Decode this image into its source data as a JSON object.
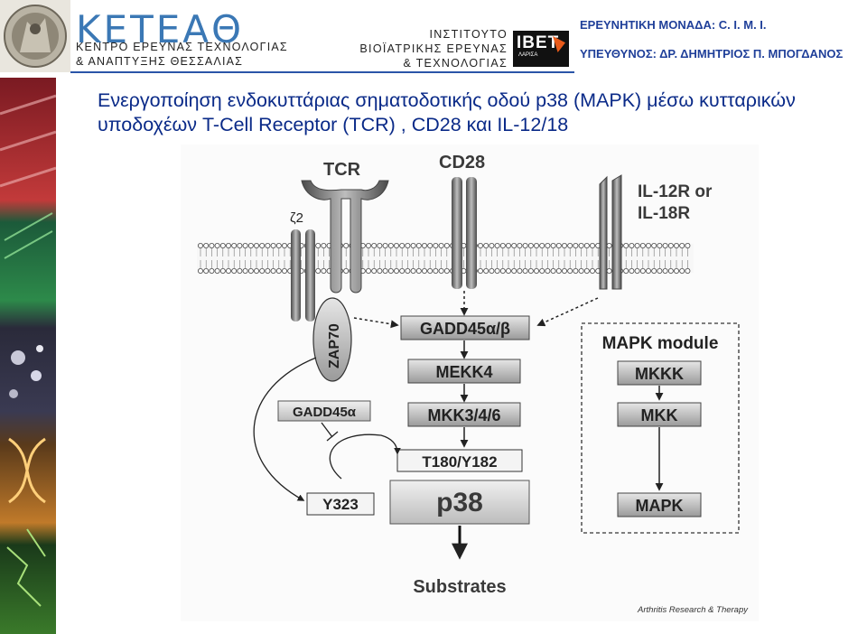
{
  "header": {
    "org_name": "ΚΕΤΕΑΘ",
    "org_line1": "ΚΕΝΤΡΟ ΕΡΕΥΝΑΣ ΤΕΧΝΟΛΟΓΙΑΣ",
    "org_line2": "& ΑΝΑΠΤΥΞΗΣ ΘΕΣΣΑΛΙΑΣ",
    "inst_line1": "ΙΝΣΤΙΤΟΥΤΟ",
    "inst_line2": "ΒΙΟΪΑΤΡΙΚΗΣ ΕΡΕΥΝΑΣ",
    "inst_line3": "& ΤΕΧΝΟΛΟΓΙΑΣ",
    "ibet_logo": "IBET",
    "ibet_city": "ΛΑΡΙΣΑ",
    "unit": "ΕΡΕΥΝΗΤΙΚΗ ΜΟΝΑΔΑ: C. I. M. I.",
    "responsible": "ΥΠΕΥΘΥΝΟΣ: ΔΡ. ΔΗΜΗΤΡΙΟΣ Π. ΜΠΟΓΔΑΝΟΣ"
  },
  "title": "Ενεργοποίηση ενδοκυττάριας σηματοδοτικής οδού p38 (MAPK) μέσω κυτταρικών υποδοχέων T-Cell Receptor (TCR) , CD28 και IL-12/18",
  "diagram": {
    "receptor_tcr": "TCR",
    "receptor_cd28": "CD28",
    "receptor_il_line1": "IL-12R or",
    "receptor_il_line2": "IL-18R",
    "zeta": "ζ2",
    "zap70": "ZAP70",
    "gadd45ab": "GADD45α/β",
    "mekk4": "MEKK4",
    "mkk346": "MKK3/4/6",
    "gadd45a": "GADD45α",
    "t180": "T180/Y182",
    "y323": "Y323",
    "p38": "p38",
    "substrates": "Substrates",
    "module_title": "MAPK module",
    "mkkk": "MKKK",
    "mkk": "MKK",
    "mapk": "MAPK",
    "credit": "Arthritis Research & Therapy"
  },
  "colors": {
    "title_blue": "#0a2a88",
    "header_blue": "#1f3f99",
    "keteath_blue": "#3b78b5",
    "box_gray": "#d2d2d2",
    "dark_gray": "#555555"
  }
}
